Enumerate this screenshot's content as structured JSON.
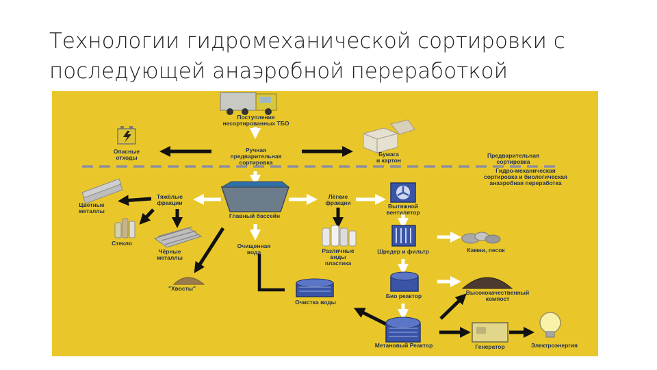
{
  "title": "Технологии гидромеханической сортировки с последующей анаэробной переработкой",
  "colors": {
    "panel": "#e9c72a",
    "arrow_black": "#111111",
    "arrow_white": "#ffffff",
    "label": "#24324f",
    "equipment_blue": "#3a55a8"
  },
  "labels": {
    "intake": "Поступление\nнесортированных ТБО",
    "hazardous": "Опасные\nотходы",
    "manual": "Ручная\nпредварительная\nсортировка",
    "paper": "Бумага\nи картон",
    "presort": "Предварительная\nсортировка",
    "hydromech": "Гидро-механическая\nсортировка и биологическая\nанаэробная переработка",
    "nonferrous": "Цветные\nметаллы",
    "heavy": "Тяжёлые\nфракции",
    "main_basin": "Главный бассейн",
    "light": "Лёгкие\nфракции",
    "fan": "Вытяжной\nвентилятор",
    "glass": "Стекло",
    "ferrous": "Чёрные\nметаллы",
    "cleaned_water": "Очищенная\nвода",
    "plastics": "Различные\nвиды\nпластика",
    "shredder": "Шредер и фильтр",
    "stones": "Камни, песок",
    "tails": "\"Хвосты\"",
    "water_cleaning": "Очистка воды",
    "bioreactor": "Био реактор",
    "compost": "Высококачественный\nкомпост",
    "methane_reactor": "Метановый Реактор",
    "generator": "Генератор",
    "electricity": "Электроэнергия"
  },
  "icons": [
    "truck-icon",
    "battery-icon",
    "paper-boxes-icon",
    "pipes-icon",
    "bottles-icon",
    "rebar-icon",
    "dirt-pile-icon",
    "basin-icon",
    "plastic-bottles-icon",
    "fan-icon",
    "shredder-icon",
    "stones-icon",
    "water-tank-icon",
    "bioreactor-icon",
    "compost-icon",
    "methane-reactor-icon",
    "generator-icon",
    "lightbulb-icon"
  ]
}
